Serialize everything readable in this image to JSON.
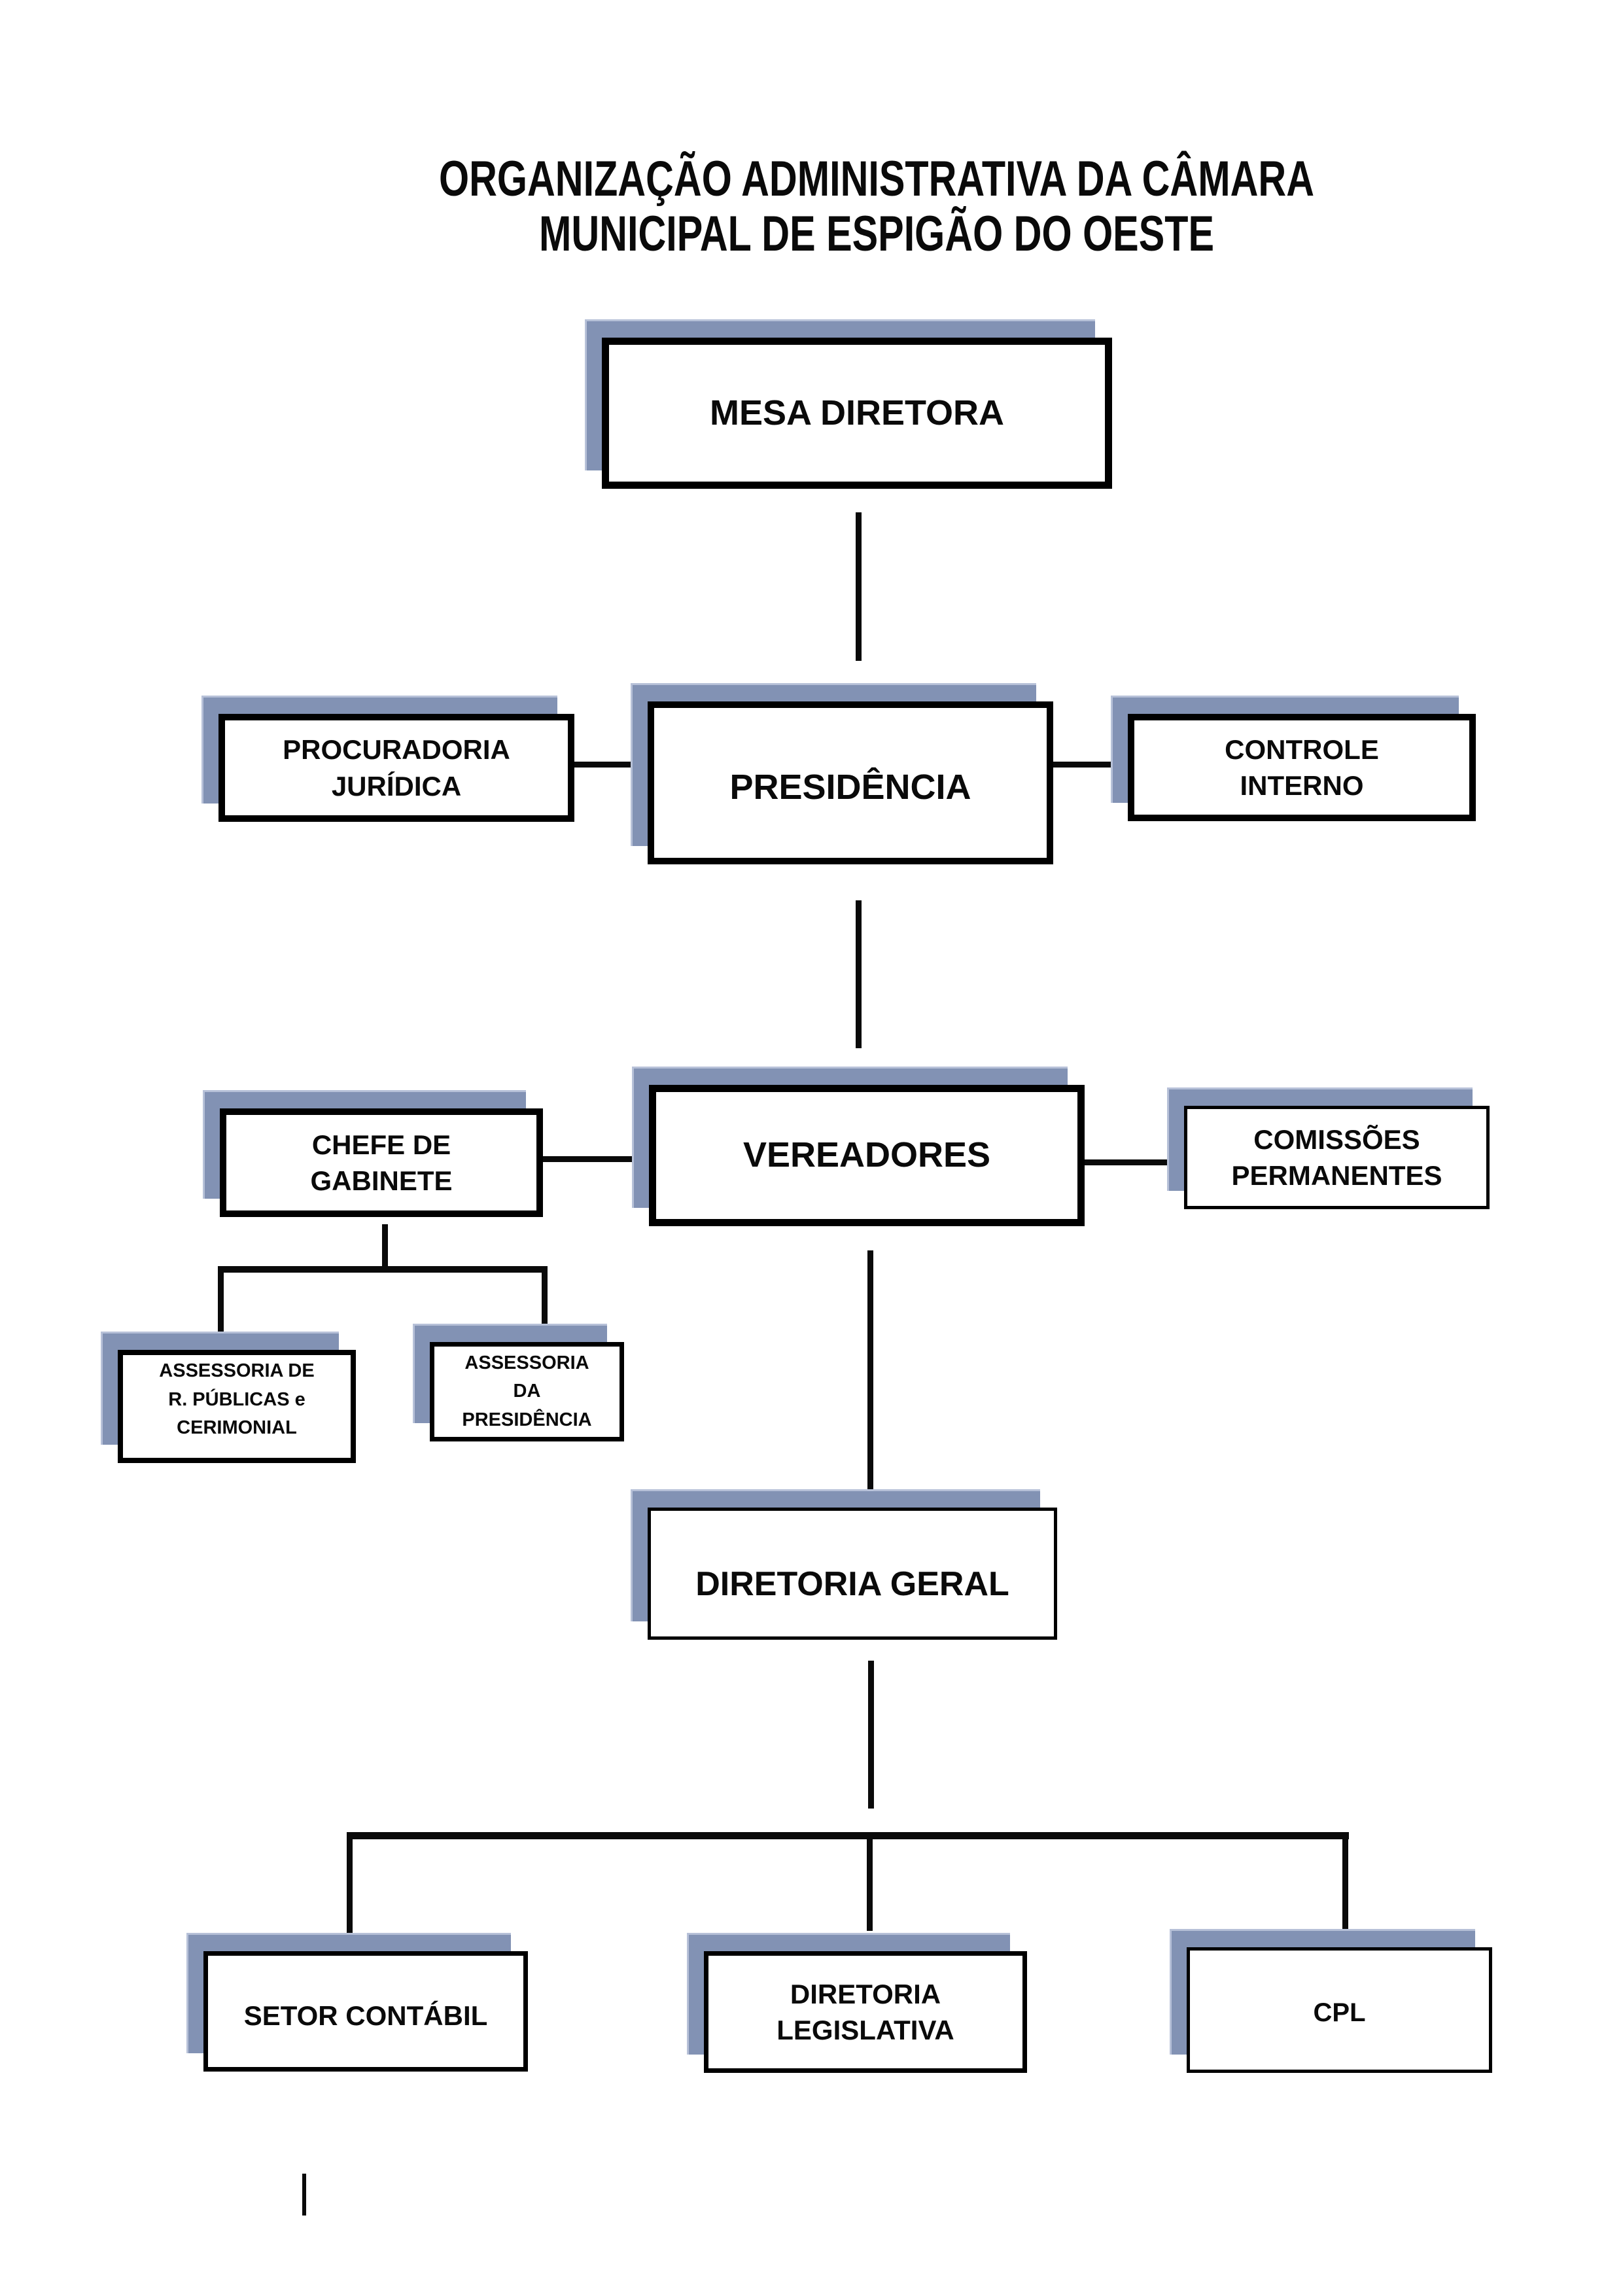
{
  "title": "ORGANIZAÇÃO ADMINISTRATIVA DA CÂMARA\nMUNICIPAL DE ESPIGÃO DO OESTE",
  "colors": {
    "background": "#ffffff",
    "box_background": "#ffffff",
    "box_border": "#000000",
    "shadow": "#8292b4",
    "shadow_highlight": "#b7c1d8",
    "connector": "#0a0a0a",
    "text": "#0a0a0a"
  },
  "nodes": {
    "mesa_diretora": {
      "label": "MESA DIRETORA"
    },
    "procuradoria_juridica": {
      "label": "PROCURADORIA\nJURÍDICA"
    },
    "presidencia": {
      "label": "PRESIDÊNCIA"
    },
    "controle_interno": {
      "label": "CONTROLE\nINTERNO"
    },
    "chefe_de_gabinete": {
      "label": "CHEFE DE\nGABINETE"
    },
    "vereadores": {
      "label": "VEREADORES"
    },
    "comissoes_permanentes": {
      "label": "COMISSÕES\nPERMANENTES"
    },
    "assessoria_r_publicas": {
      "label": "ASSESSORIA DE\nR. PÚBLICAS e\nCERIMONIAL"
    },
    "assessoria_da_presidencia": {
      "label": "ASSESSORIA\nDA\nPRESIDÊNCIA"
    },
    "diretoria_geral": {
      "label": "DIRETORIA GERAL"
    },
    "setor_contabil": {
      "label": "SETOR CONTÁBIL"
    },
    "diretoria_legislativa": {
      "label": "DIRETORIA\nLEGISLATIVA"
    },
    "cpl": {
      "label": "CPL"
    }
  },
  "edges": [
    {
      "from": "mesa_diretora",
      "to": "presidencia"
    },
    {
      "from": "procuradoria_juridica",
      "to": "presidencia"
    },
    {
      "from": "presidencia",
      "to": "controle_interno"
    },
    {
      "from": "presidencia",
      "to": "vereadores"
    },
    {
      "from": "chefe_de_gabinete",
      "to": "vereadores"
    },
    {
      "from": "vereadores",
      "to": "comissoes_permanentes"
    },
    {
      "from": "chefe_de_gabinete",
      "to": "assessoria_r_publicas"
    },
    {
      "from": "chefe_de_gabinete",
      "to": "assessoria_da_presidencia"
    },
    {
      "from": "vereadores",
      "to": "diretoria_geral"
    },
    {
      "from": "diretoria_geral",
      "to": "setor_contabil"
    },
    {
      "from": "diretoria_geral",
      "to": "diretoria_legislativa"
    },
    {
      "from": "diretoria_geral",
      "to": "cpl"
    }
  ]
}
